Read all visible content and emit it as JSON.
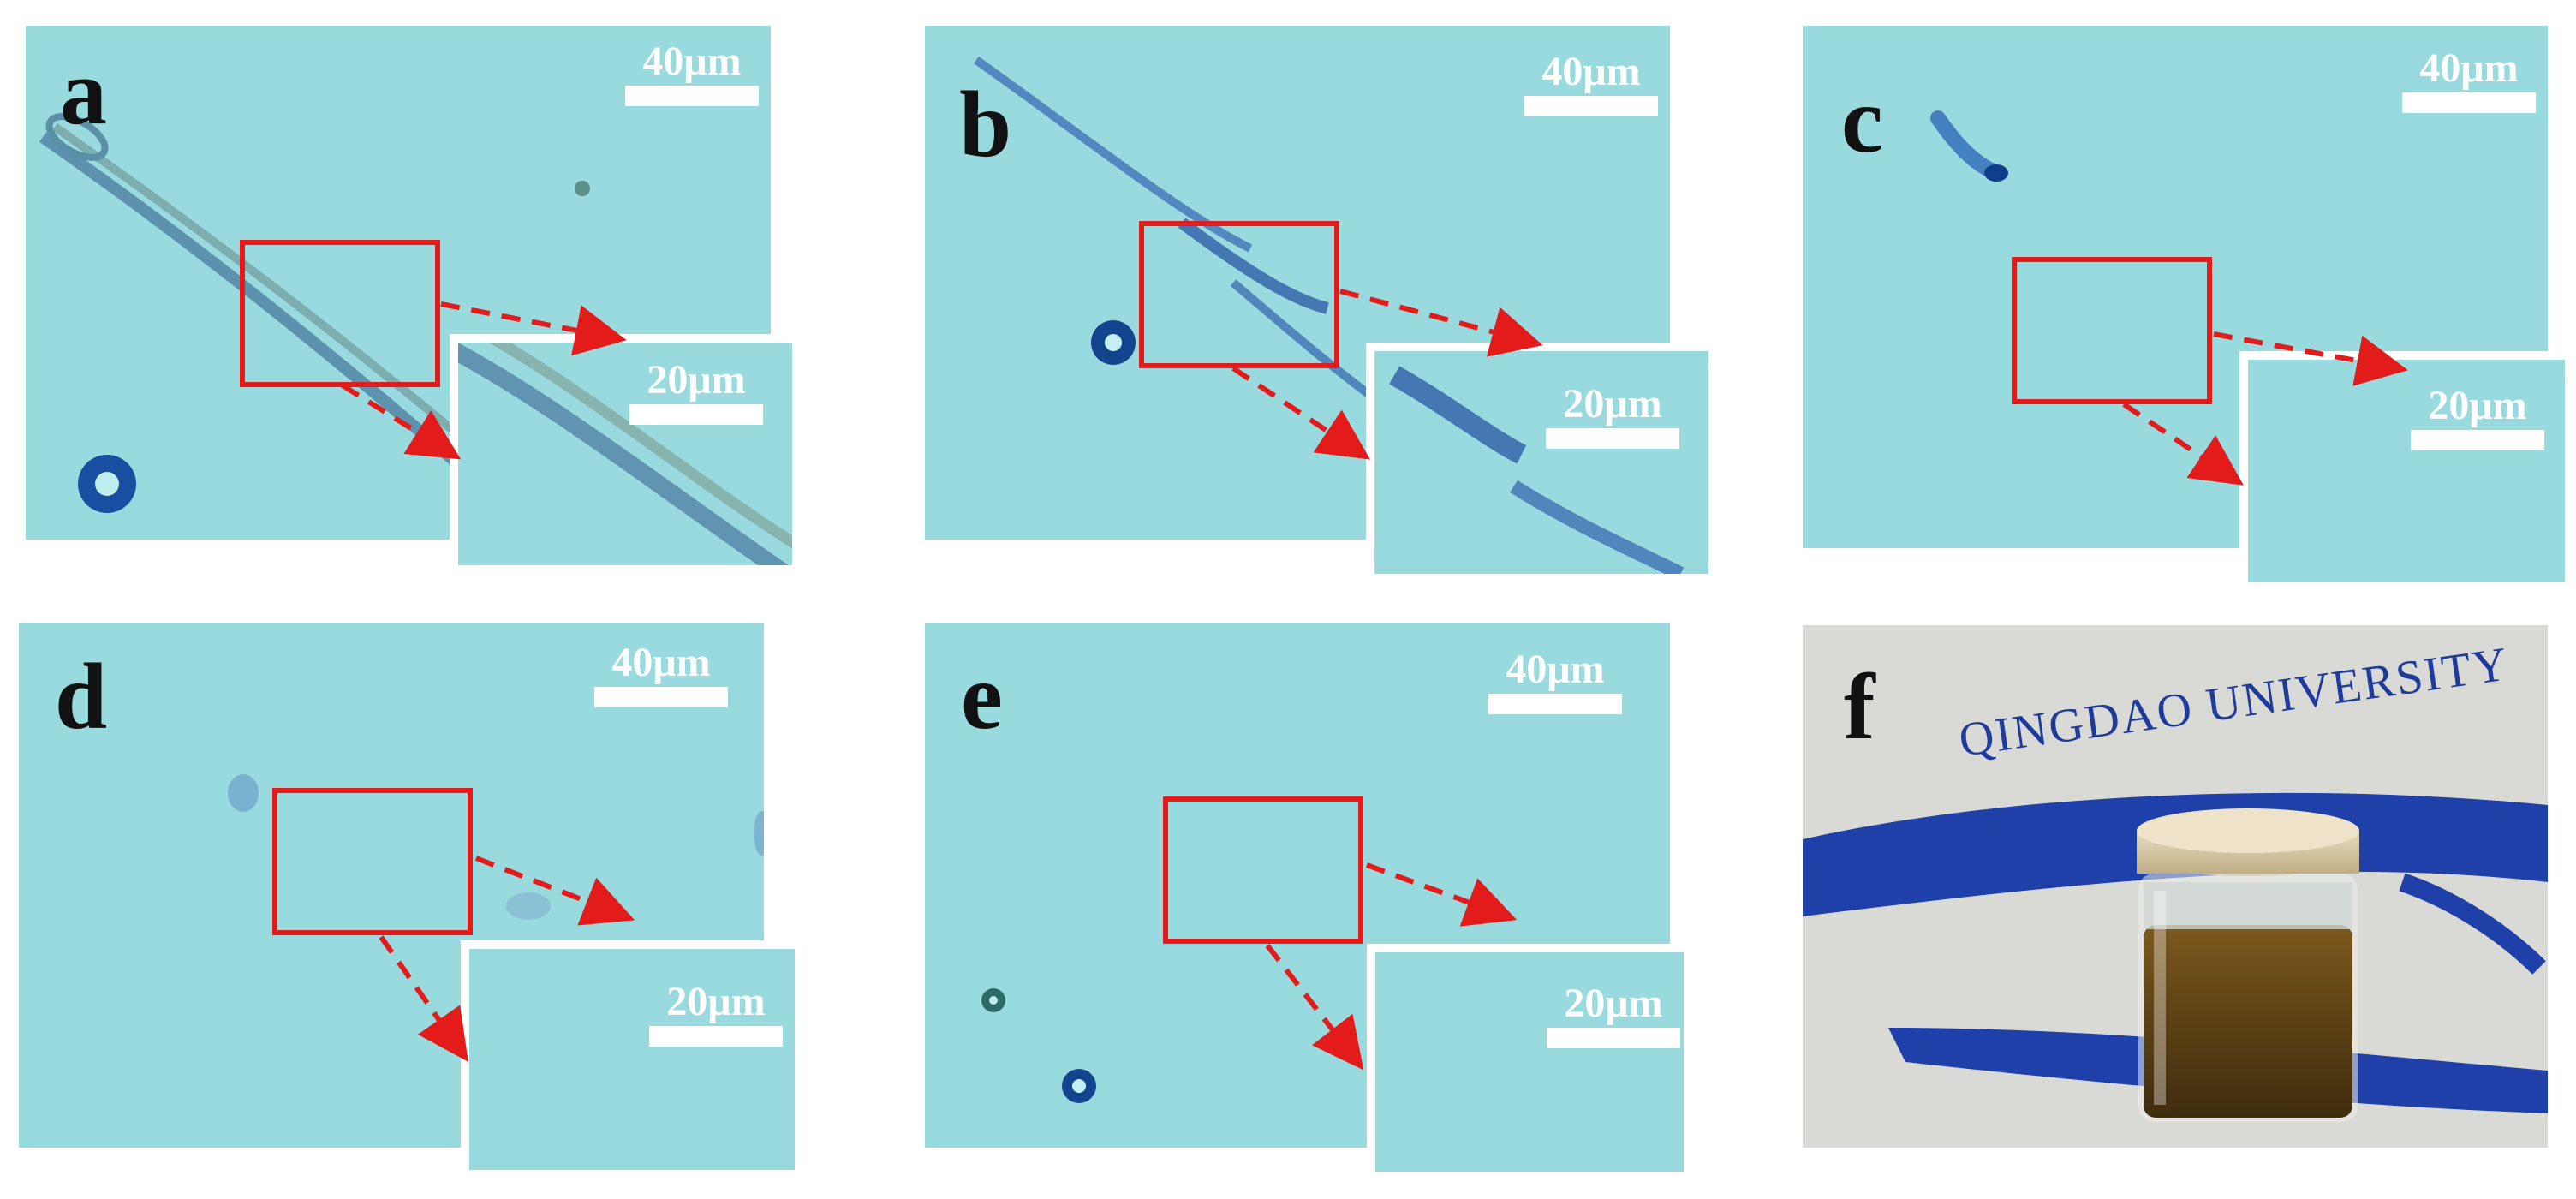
{
  "panels": {
    "a": {
      "label": "a",
      "scale_main": "40μm",
      "scale_inset": "20μm"
    },
    "b": {
      "label": "b",
      "scale_main": "40μm",
      "scale_inset": "20μm"
    },
    "c": {
      "label": "c",
      "scale_main": "40μm",
      "scale_inset": "20μm"
    },
    "d": {
      "label": "d",
      "scale_main": "40μm",
      "scale_inset": "20μm"
    },
    "e": {
      "label": "e",
      "scale_main": "40μm",
      "scale_inset": "20μm"
    },
    "f": {
      "label": "f",
      "photo_text": "QINGDAO UNIVERSITY"
    }
  },
  "colors": {
    "microscopy_background": "#99dadf",
    "annotation_red": "#e31b1b",
    "fiber_blue": "#2f5fa8",
    "scale_bar": "#ffffff",
    "photo_banner_blue": "#1e40a8",
    "liquid_brown": "#6b4a14"
  }
}
